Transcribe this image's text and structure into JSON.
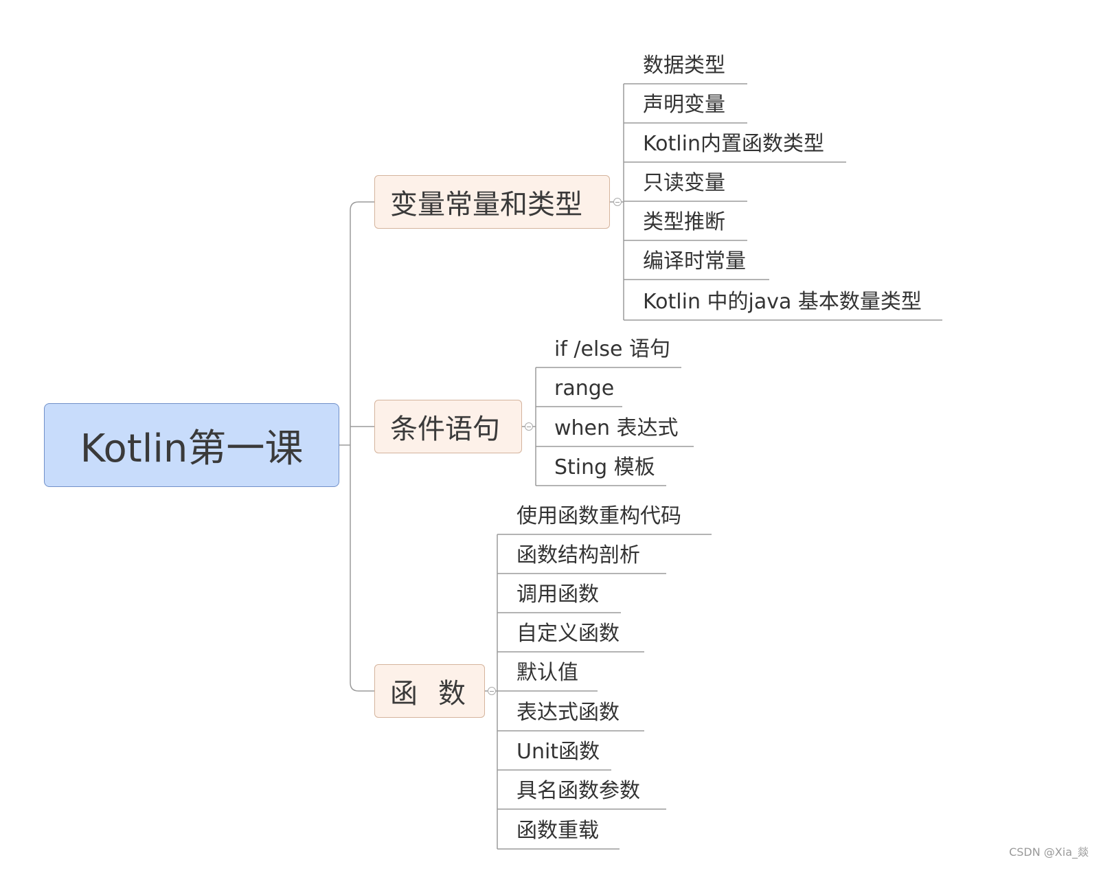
{
  "root": {
    "label": "Kotlin第一课"
  },
  "branches": [
    {
      "label": "变量常量和类型",
      "children": [
        "数据类型",
        "声明变量",
        "Kotlin内置函数类型",
        "只读变量",
        "类型推断",
        "编译时常量",
        "Kotlin 中的java 基本数量类型"
      ]
    },
    {
      "label": "条件语句",
      "children": [
        "if /else 语句",
        "range",
        "when 表达式",
        "Sting 模板"
      ]
    },
    {
      "label": "函数",
      "children": [
        "使用函数重构代码",
        "函数结构剖析",
        "调用函数",
        "自定义函数",
        "默认值",
        "表达式函数",
        "Unit函数",
        "具名函数参数",
        "函数重载"
      ]
    }
  ],
  "watermark": "CSDN @Xia_燚"
}
